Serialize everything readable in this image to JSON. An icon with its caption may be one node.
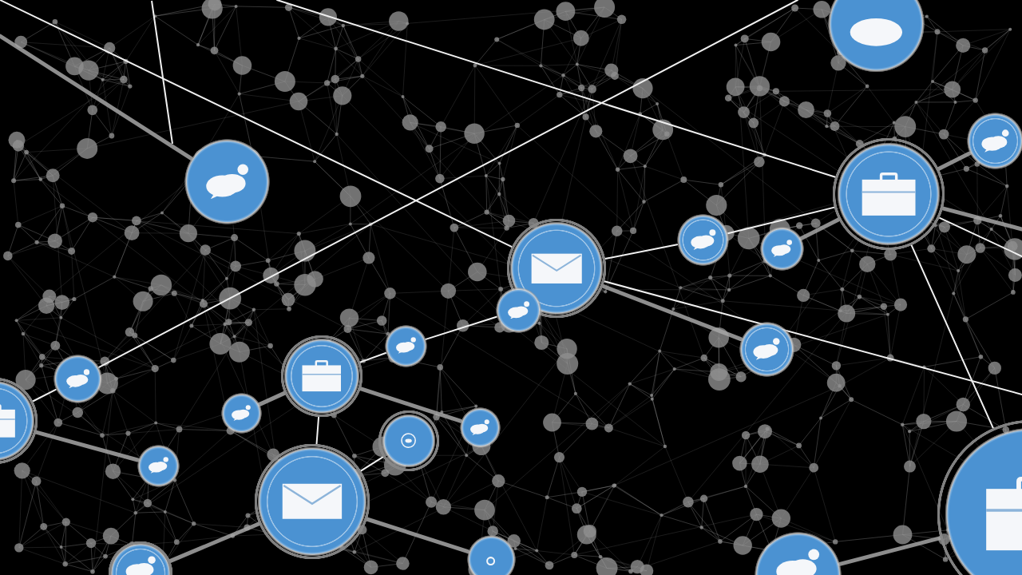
{
  "diagram": {
    "nodes": [
      {
        "text": [],
        "shape": "circle"
      },
      {
        "text": [],
        "shape": "circle"
      },
      {
        "text": [],
        "shape": "circle"
      },
      {
        "text": [],
        "shape": "circle"
      },
      {
        "text": [],
        "shape": "circle"
      },
      {
        "text": [],
        "shape": "circle"
      },
      {
        "text": [],
        "shape": "circle"
      },
      {
        "text": [],
        "shape": "circle"
      },
      {
        "text": [],
        "shape": "circle"
      },
      {
        "text": [],
        "shape": "circle"
      },
      {
        "text": [],
        "shape": "circle"
      },
      {
        "text": [],
        "shape": "circle"
      },
      {
        "text": [],
        "shape": "circle"
      },
      {
        "text": [],
        "shape": "circle"
      },
      {
        "text": [],
        "shape": "circle"
      },
      {
        "text": [],
        "shape": "circle"
      },
      {
        "text": [],
        "shape": "circle"
      },
      {
        "text": [],
        "shape": "circle"
      },
      {
        "text": [],
        "shape": "circle"
      },
      {
        "text": [],
        "shape": "circle"
      },
      {
        "text": [],
        "shape": "circle"
      },
      {
        "text": [],
        "shape": "circle"
      }
    ],
    "edges": [
      {
        "from": null,
        "to": 2,
        "arrow": "none",
        "style": "thick",
        "color": "#a6a6a6"
      },
      {
        "from": null,
        "to": 6,
        "arrow": "none"
      },
      {
        "from": null,
        "to": 3,
        "arrow": "none"
      },
      {
        "from": 3,
        "to": null,
        "arrow": "none"
      },
      {
        "from": 3,
        "to": null,
        "arrow": "none",
        "style": "thick",
        "color": "#a6a6a6"
      },
      {
        "from": 3,
        "to": 1,
        "arrow": "none",
        "style": "thick",
        "color": "#a6a6a6"
      },
      {
        "from": 5,
        "to": 3,
        "arrow": "none",
        "style": "thick",
        "color": "#a6a6a6"
      },
      {
        "from": 6,
        "to": 4,
        "arrow": "none"
      },
      {
        "from": 4,
        "to": 3,
        "arrow": "none"
      },
      {
        "from": 3,
        "to": 21,
        "arrow": "none"
      },
      {
        "from": 6,
        "to": 10,
        "arrow": "none",
        "style": "thick",
        "color": "#a6a6a6"
      },
      {
        "from": 6,
        "to": null,
        "arrow": "none"
      },
      {
        "from": null,
        "to": 11,
        "arrow": "none"
      },
      {
        "from": 11,
        "to": 12,
        "arrow": "none"
      },
      {
        "from": 12,
        "to": 16,
        "arrow": "none",
        "style": "thick",
        "color": "#a6a6a6"
      },
      {
        "from": 8,
        "to": 9,
        "arrow": "none"
      },
      {
        "from": 9,
        "to": 7,
        "arrow": "none"
      },
      {
        "from": 8,
        "to": 13,
        "arrow": "none",
        "style": "thick",
        "color": "#a6a6a6"
      },
      {
        "from": 8,
        "to": 15,
        "arrow": "none",
        "style": "thick",
        "color": "#a6a6a6"
      },
      {
        "from": 8,
        "to": 17,
        "arrow": "none"
      },
      {
        "from": 17,
        "to": 14,
        "arrow": "none"
      },
      {
        "from": 17,
        "to": 19,
        "arrow": "none",
        "style": "thick",
        "color": "#a6a6a6"
      },
      {
        "from": 17,
        "to": 18,
        "arrow": "none",
        "style": "thick",
        "color": "#a6a6a6"
      },
      {
        "from": 20,
        "to": 21,
        "arrow": "none",
        "style": "thick",
        "color": "#a6a6a6"
      }
    ]
  }
}
